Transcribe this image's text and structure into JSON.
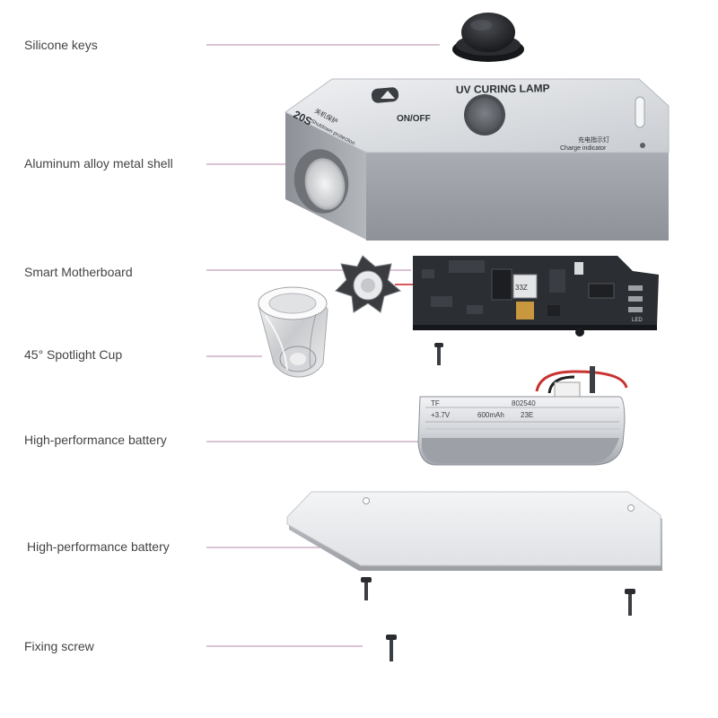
{
  "labels": {
    "silicone_keys": "Silicone keys",
    "aluminum_shell": "Aluminum alloy metal shell",
    "smart_motherboard": "Smart Motherboard",
    "spotlight_cup": "45° Spotlight Cup",
    "battery": "High-performance battery",
    "bottom_plate": "High-performance battery",
    "fixing_screw": "Fixing screw"
  },
  "device": {
    "title": "UV CURING LAMP",
    "on_off": "ON/OFF",
    "model": "20S",
    "protection_cn": "关机保护",
    "protection_en": "Shutdown protection",
    "charge_cn": "充电指示灯",
    "charge_en": "Charge indicator"
  },
  "battery": {
    "brand": "TF",
    "model": "802540",
    "voltage": "+3.7V",
    "capacity": "600mAh",
    "rating": "23E"
  },
  "pcb": {
    "chip": "33Z",
    "led": "LED"
  },
  "colors": {
    "leader_line": "#b48aa8",
    "label_text": "#444444",
    "shell": "#9ea1a7",
    "pcb": "#2b2e33"
  }
}
